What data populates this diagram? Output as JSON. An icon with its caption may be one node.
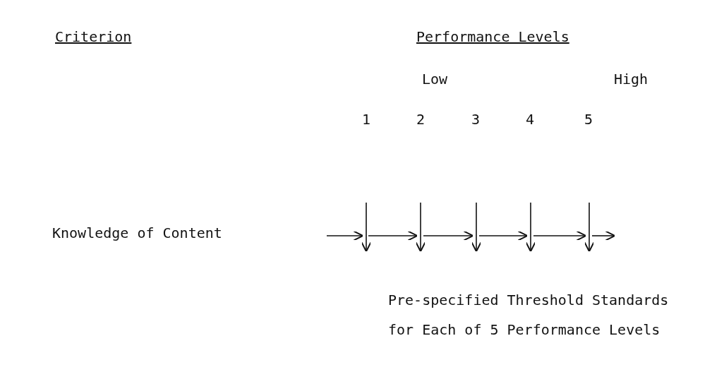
{
  "diagram": {
    "labels": [
      "Criterion",
      "Performance Levels",
      "Low",
      "High",
      "1",
      "2",
      "3",
      "4",
      "5",
      "Knowledge of Content",
      "Pre-specified Threshold Standards for Each of 5 Performance Levels"
    ]
  }
}
